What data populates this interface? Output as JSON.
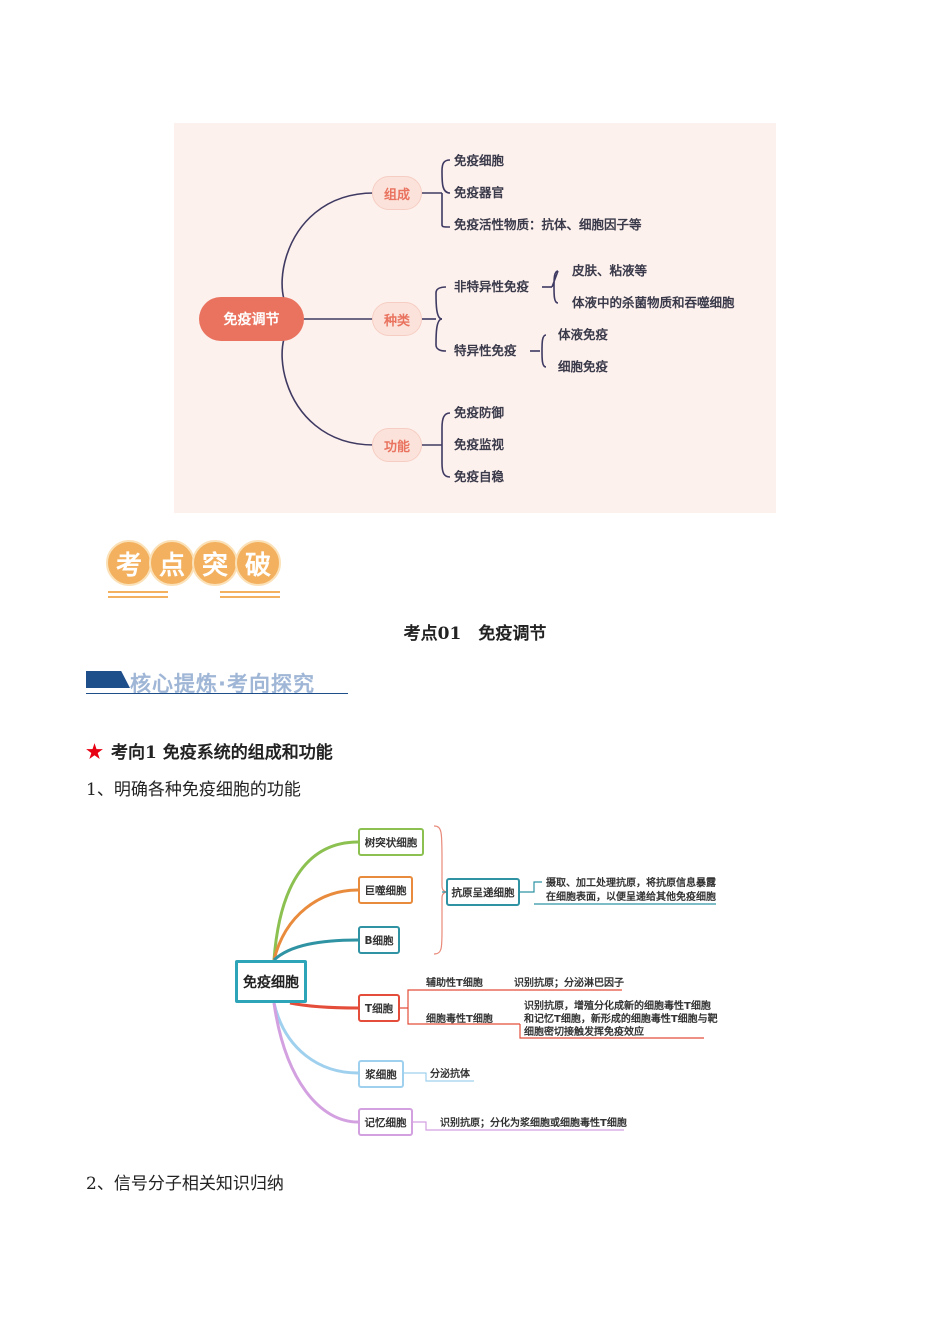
{
  "immune_map": {
    "root": "免疫调节",
    "branches": [
      {
        "label": "组成",
        "items": [
          "免疫细胞",
          "免疫器官",
          "免疫活性物质：抗体、细胞因子等"
        ]
      },
      {
        "label": "种类",
        "items": [
          {
            "label": "非特异性免疫",
            "sub": [
              "皮肤、粘液等",
              "体液中的杀菌物质和吞噬细胞"
            ]
          },
          {
            "label": "特异性免疫",
            "sub": [
              "体液免疫",
              "细胞免疫"
            ]
          }
        ]
      },
      {
        "label": "功能",
        "items": [
          "免疫防御",
          "免疫监视",
          "免疫自稳"
        ]
      }
    ]
  },
  "badge": {
    "chars": [
      "考",
      "点",
      "突",
      "破"
    ]
  },
  "kaodian_title": "考点01　免疫调节",
  "core_heading": "核心提炼·考向探究",
  "section_star": "★",
  "section_title": "考向1 免疫系统的组成和功能",
  "item1": "1、明确各种免疫细胞的功能",
  "item2": "2、信号分子相关知识归纳",
  "cell_map": {
    "root": "免疫细胞",
    "nodes": [
      "树突状细胞",
      "巨噬细胞",
      "B细胞",
      "T细胞",
      "浆细胞",
      "记忆细胞"
    ],
    "apc": {
      "label": "抗原呈递细胞",
      "desc": [
        "摄取、加工处理抗原，将抗原信息暴露",
        "在细胞表面，以便呈递给其他免疫细胞"
      ]
    },
    "t_helper": {
      "label": "辅助性T细胞",
      "desc": "识别抗原；分泌淋巴因子"
    },
    "t_cyto": {
      "label": "细胞毒性T细胞",
      "desc": [
        "识别抗原，增殖分化成新的细胞毒性T细胞",
        "和记忆T细胞，新形成的细胞毒性T细胞与靶",
        "细胞密切接触发挥免疫效应"
      ]
    },
    "plasma_desc": "分泌抗体",
    "memory_desc": "识别抗原；分化为浆细胞或细胞毒性T细胞"
  },
  "colors": {
    "map1_root": "#e9735f",
    "map1_line": "#3f3a62",
    "badge": "#f3b05e",
    "heading_blue": "#1f4f8a",
    "star": "#e60012"
  }
}
